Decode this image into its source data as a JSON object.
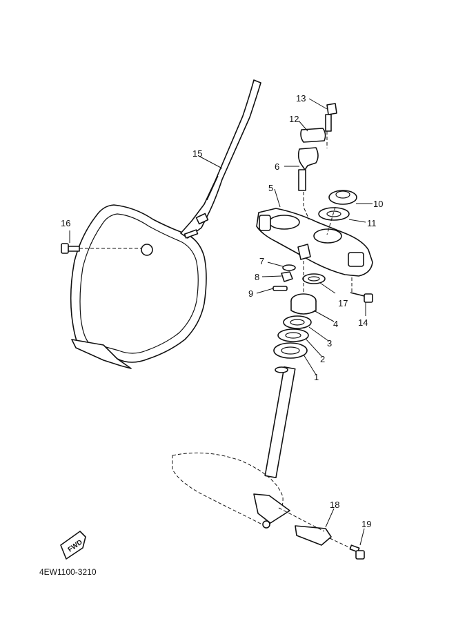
{
  "callouts": [
    {
      "id": "1",
      "text": "1"
    },
    {
      "id": "2",
      "text": "2"
    },
    {
      "id": "3",
      "text": "3"
    },
    {
      "id": "4",
      "text": "4"
    },
    {
      "id": "5",
      "text": "5"
    },
    {
      "id": "6",
      "text": "6"
    },
    {
      "id": "7",
      "text": "7"
    },
    {
      "id": "8",
      "text": "8"
    },
    {
      "id": "9",
      "text": "9"
    },
    {
      "id": "10",
      "text": "10"
    },
    {
      "id": "11",
      "text": "11"
    },
    {
      "id": "12",
      "text": "12"
    },
    {
      "id": "13",
      "text": "13"
    },
    {
      "id": "14",
      "text": "14"
    },
    {
      "id": "15",
      "text": "15"
    },
    {
      "id": "16",
      "text": "16"
    },
    {
      "id": "17",
      "text": "17"
    },
    {
      "id": "18",
      "text": "18"
    },
    {
      "id": "19",
      "text": "19"
    }
  ],
  "fwd_label": "FWD",
  "diagram_code": "4EW1100-3210"
}
